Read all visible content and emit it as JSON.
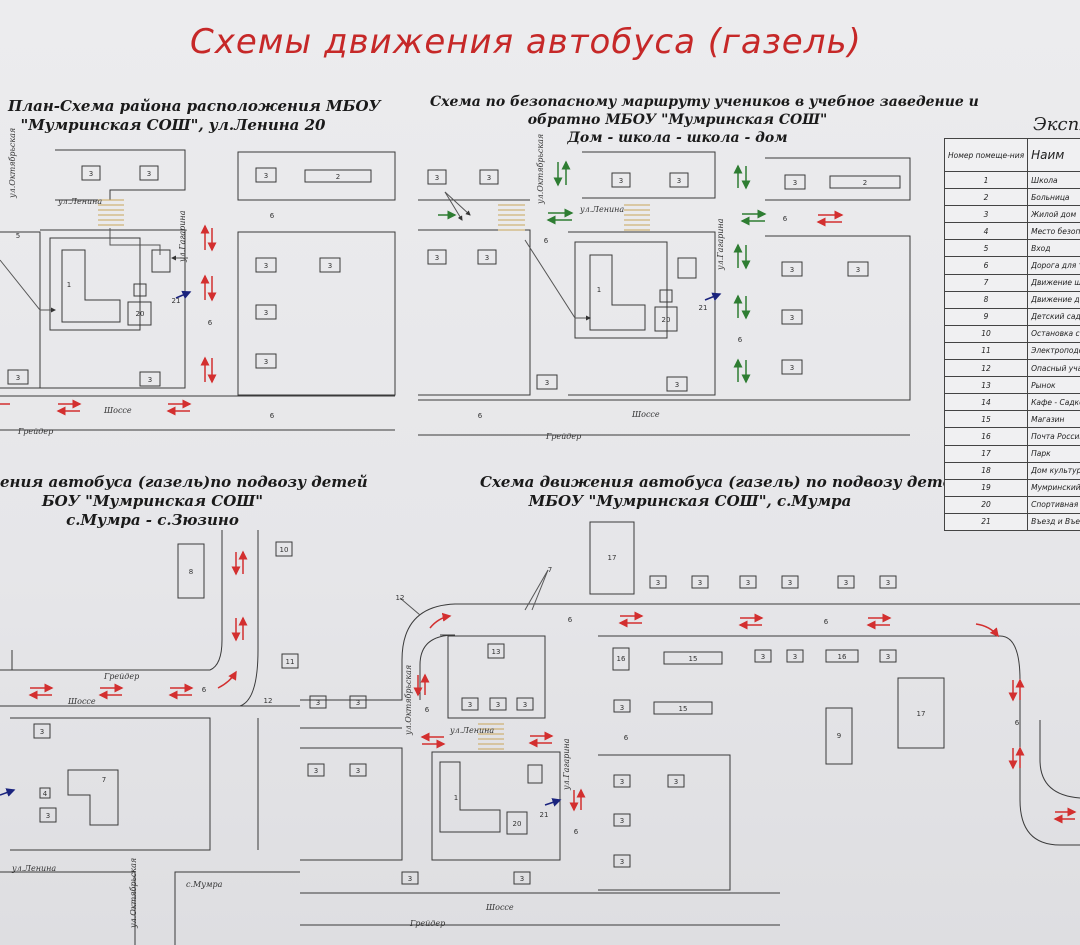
{
  "board_title": "Схемы движения автобуса (газель)",
  "panel1": {
    "title_lines": [
      "План-Схема района расположения МБОУ",
      "\"Мумринская СОШ\", ул.Ленина 20"
    ],
    "street_oktyabrskaya": "ул.Октябрьская",
    "street_lenina": "ул.Ленина",
    "street_gagarina": "ул.Гагарина",
    "road_shosse": "Шоссе",
    "road_greider": "Грейдер"
  },
  "panel2": {
    "title_lines": [
      "Схема по безопасному маршруту учеников в учебное заведение и",
      "обратно МБОУ \"Мумринская СОШ\"",
      "Дом - школа - школа - дом"
    ],
    "street_oktyabrskaya": "ул.Октябрьская",
    "street_lenina": "ул.Ленина",
    "street_gagarina": "ул.Гагарина",
    "road_shosse": "Шоссе",
    "road_greider": "Грейдер"
  },
  "panel3": {
    "title_lines": [
      "ения автобуса (газель)по подвозу детей",
      "БОУ \"Мумринская СОШ\"",
      "с.Мумра - с.Зюзино"
    ],
    "road_greider": "Грейдер",
    "road_shosse": "Шоссе",
    "street_lenina": "ул.Ленина",
    "street_oktyabrskaya": "ул.Октябрьская",
    "village_mumra": "с.Мумра"
  },
  "panel4": {
    "title_lines": [
      "Схема движения автобуса (газель) по подвозу детей в",
      "МБОУ \"Мумринская СОШ\", с.Мумра"
    ],
    "street_oktyabrskaya": "ул.Октябрьская",
    "street_lenina": "ул.Ленина",
    "street_gagarina": "ул.Гагарина",
    "road_shosse": "Шоссе",
    "road_greider": "Грейдер"
  },
  "legend": {
    "title": "Экспл",
    "header_num": "Номер помеще-ния",
    "header_name": "Наим",
    "rows": [
      {
        "num": "1",
        "name": "Школа"
      },
      {
        "num": "2",
        "name": "Больница"
      },
      {
        "num": "3",
        "name": "Жилой дом"
      },
      {
        "num": "4",
        "name": "Место безопасной по"
      },
      {
        "num": "5",
        "name": "Вход"
      },
      {
        "num": "6",
        "name": "Дорога для транспор"
      },
      {
        "num": "7",
        "name": "Движение школьного"
      },
      {
        "num": "8",
        "name": "Движение детей"
      },
      {
        "num": "9",
        "name": "Детский сад"
      },
      {
        "num": "10",
        "name": "Остановка с.Зюзино"
      },
      {
        "num": "11",
        "name": "Электроподстанция"
      },
      {
        "num": "12",
        "name": "Опасный участок"
      },
      {
        "num": "13",
        "name": "Рынок"
      },
      {
        "num": "14",
        "name": "Кафе - Садко"
      },
      {
        "num": "15",
        "name": "Магазин"
      },
      {
        "num": "16",
        "name": "Почта России"
      },
      {
        "num": "17",
        "name": "Парк"
      },
      {
        "num": "18",
        "name": "Дом культуры с.Мумр"
      },
      {
        "num": "19",
        "name": "Мумринский судно-ре"
      },
      {
        "num": "20",
        "name": "Спортивная площадк"
      },
      {
        "num": "21",
        "name": "Въезд и Въезд школь"
      }
    ]
  },
  "map_numbers": {
    "n1": "1",
    "n2": "2",
    "n3": "3",
    "n4": "4",
    "n5": "5",
    "n6": "6",
    "n7": "7",
    "n8": "8",
    "n9": "9",
    "n10": "10",
    "n11": "11",
    "n12": "12",
    "n13": "13",
    "n15": "15",
    "n16": "16",
    "n17": "17",
    "n20": "20",
    "n21": "21"
  },
  "colors": {
    "title_red": "#c62828",
    "arrow_red": "#d32f2f",
    "arrow_green": "#2e7d32",
    "arrow_blue": "#1a237e",
    "line": "#3a3a3a"
  }
}
